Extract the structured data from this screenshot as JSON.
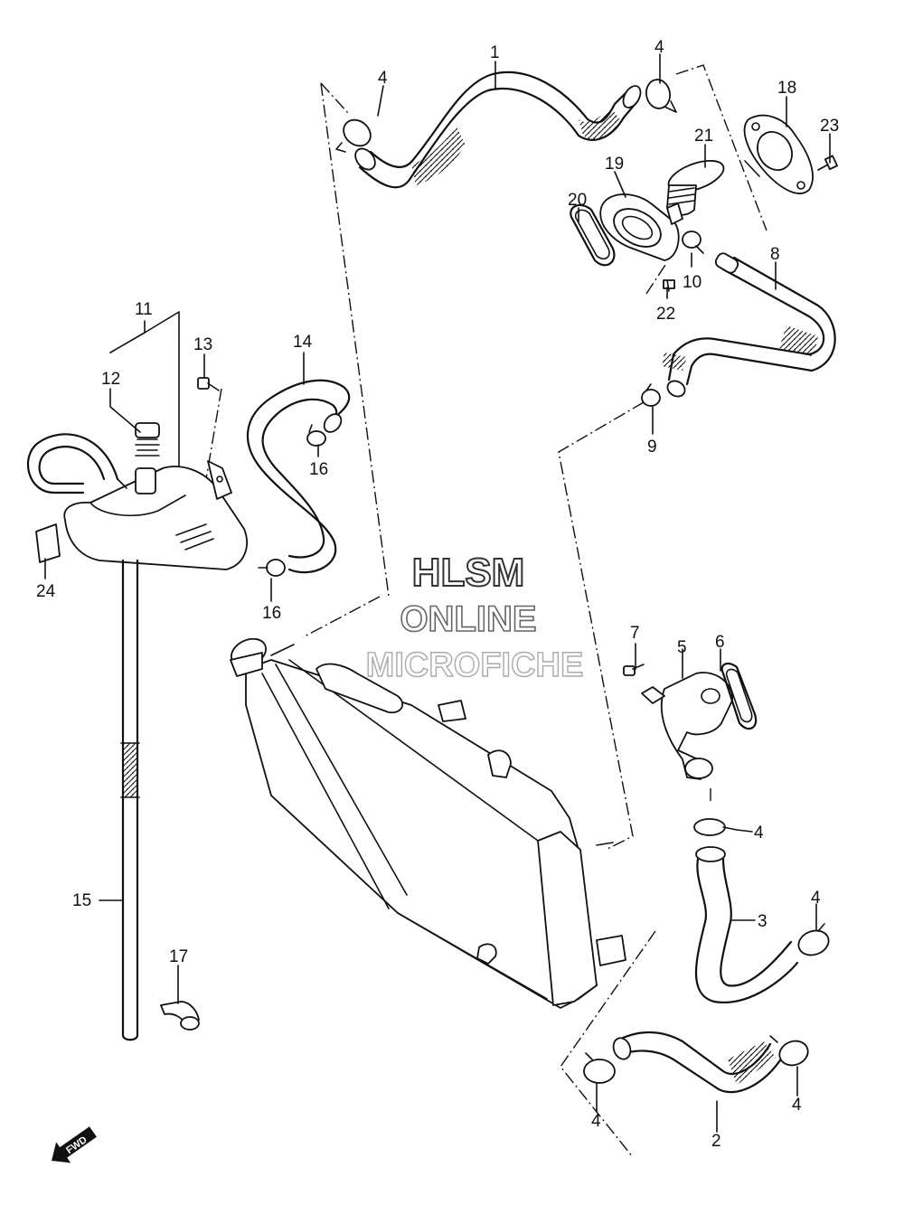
{
  "watermark": {
    "line1": "HLSM",
    "line2": "ONLINE",
    "line3": "MICROFICHE"
  },
  "direction_label": "FWD",
  "callouts": {
    "c1": "1",
    "c2": "2",
    "c3": "3",
    "c4a": "4",
    "c4b": "4",
    "c4c": "4",
    "c4d": "4",
    "c4e": "4",
    "c4f": "4",
    "c5": "5",
    "c6": "6",
    "c7": "7",
    "c8": "8",
    "c9": "9",
    "c10": "10",
    "c11": "11",
    "c12": "12",
    "c13": "13",
    "c14": "14",
    "c15": "15",
    "c16a": "16",
    "c16b": "16",
    "c17": "17",
    "c18": "18",
    "c19": "19",
    "c20": "20",
    "c21": "21",
    "c22": "22",
    "c23": "23",
    "c24": "24"
  },
  "colors": {
    "line": "#111111",
    "background": "#ffffff",
    "watermark_fill": "#ffffff",
    "watermark_stroke": "#555555"
  }
}
